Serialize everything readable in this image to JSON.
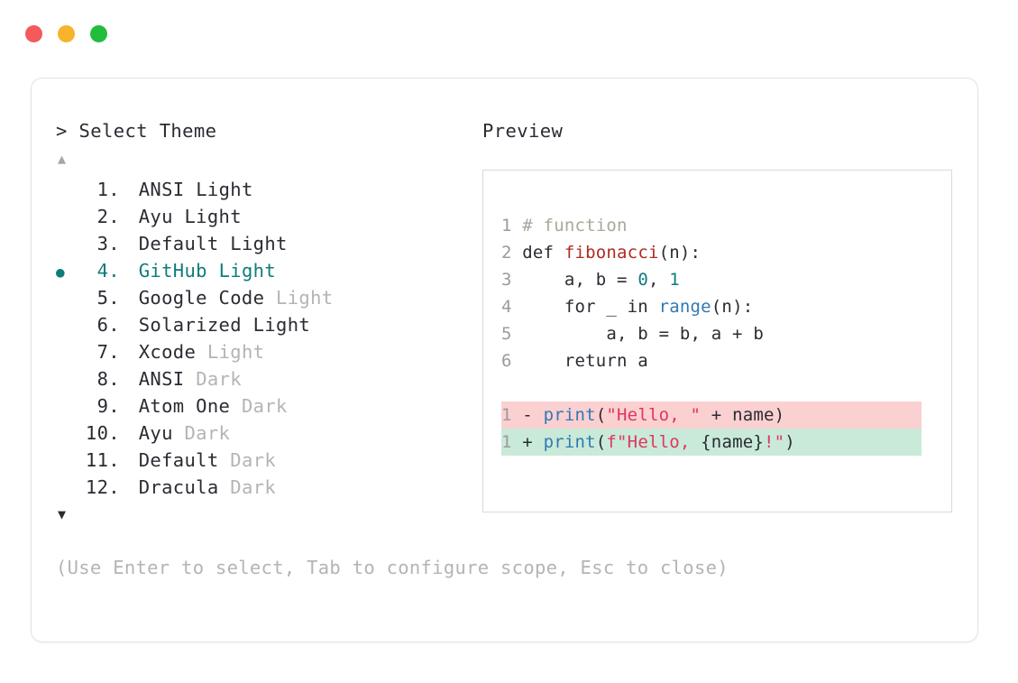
{
  "window": {
    "dots": [
      {
        "name": "close",
        "color": "#f4595b"
      },
      {
        "name": "minimize",
        "color": "#f7b32b"
      },
      {
        "name": "maximize",
        "color": "#22bd3e"
      }
    ]
  },
  "accent_color": "#0e7c7b",
  "prompt": {
    "caret": ">",
    "label": "Select Theme"
  },
  "scroll": {
    "up_arrow": "▲",
    "down_arrow": "▼"
  },
  "selected_index": 4,
  "bullet_glyph": "●",
  "themes": [
    {
      "index": "1.",
      "name": "ANSI",
      "variant": "Light",
      "variant_dim": false,
      "selected": false
    },
    {
      "index": "2.",
      "name": "Ayu",
      "variant": "Light",
      "variant_dim": false,
      "selected": false
    },
    {
      "index": "3.",
      "name": "Default",
      "variant": "Light",
      "variant_dim": false,
      "selected": false
    },
    {
      "index": "4.",
      "name": "GitHub",
      "variant": "Light",
      "variant_dim": false,
      "selected": true
    },
    {
      "index": "5.",
      "name": "Google Code",
      "variant": "Light",
      "variant_dim": true,
      "selected": false
    },
    {
      "index": "6.",
      "name": "Solarized",
      "variant": "Light",
      "variant_dim": false,
      "selected": false
    },
    {
      "index": "7.",
      "name": "Xcode",
      "variant": "Light",
      "variant_dim": true,
      "selected": false
    },
    {
      "index": "8.",
      "name": "ANSI",
      "variant": "Dark",
      "variant_dim": true,
      "selected": false
    },
    {
      "index": "9.",
      "name": "Atom One",
      "variant": "Dark",
      "variant_dim": true,
      "selected": false
    },
    {
      "index": "10.",
      "name": "Ayu",
      "variant": "Dark",
      "variant_dim": true,
      "selected": false
    },
    {
      "index": "11.",
      "name": "Default",
      "variant": "Dark",
      "variant_dim": true,
      "selected": false
    },
    {
      "index": "12.",
      "name": "Dracula",
      "variant": "Dark",
      "variant_dim": true,
      "selected": false
    }
  ],
  "help_text": "(Use Enter to select, Tab to configure scope, Esc to close)",
  "preview": {
    "label": "Preview",
    "code_lines": [
      {
        "lno": "1",
        "tokens": [
          {
            "t": "# function",
            "c": "comment"
          }
        ]
      },
      {
        "lno": "2",
        "tokens": [
          {
            "t": "def ",
            "c": "kw"
          },
          {
            "t": "fibonacci",
            "c": "fn"
          },
          {
            "t": "(n):",
            "c": "plain"
          }
        ]
      },
      {
        "lno": "3",
        "tokens": [
          {
            "t": "    a, b = ",
            "c": "plain"
          },
          {
            "t": "0",
            "c": "num"
          },
          {
            "t": ", ",
            "c": "plain"
          },
          {
            "t": "1",
            "c": "num"
          }
        ]
      },
      {
        "lno": "4",
        "tokens": [
          {
            "t": "    for _ in ",
            "c": "plain"
          },
          {
            "t": "range",
            "c": "builtin"
          },
          {
            "t": "(n):",
            "c": "plain"
          }
        ]
      },
      {
        "lno": "5",
        "tokens": [
          {
            "t": "        a, b = b, a + b",
            "c": "plain"
          }
        ]
      },
      {
        "lno": "6",
        "tokens": [
          {
            "t": "    return a",
            "c": "plain"
          }
        ]
      }
    ],
    "diff_lines": [
      {
        "lno": "1",
        "marker": "-",
        "kind": "del",
        "background": "#fbd0d1",
        "tokens": [
          {
            "t": "print",
            "c": "builtin"
          },
          {
            "t": "(",
            "c": "plain"
          },
          {
            "t": "\"Hello, \"",
            "c": "str"
          },
          {
            "t": " + name)",
            "c": "plain"
          }
        ]
      },
      {
        "lno": "1",
        "marker": "+",
        "kind": "add",
        "background": "#c9ead8",
        "tokens": [
          {
            "t": "print",
            "c": "builtin"
          },
          {
            "t": "(",
            "c": "plain"
          },
          {
            "t": "f\"Hello, ",
            "c": "str"
          },
          {
            "t": "{name}",
            "c": "plain"
          },
          {
            "t": "!\"",
            "c": "str"
          },
          {
            "t": ")",
            "c": "plain"
          }
        ]
      }
    ]
  }
}
